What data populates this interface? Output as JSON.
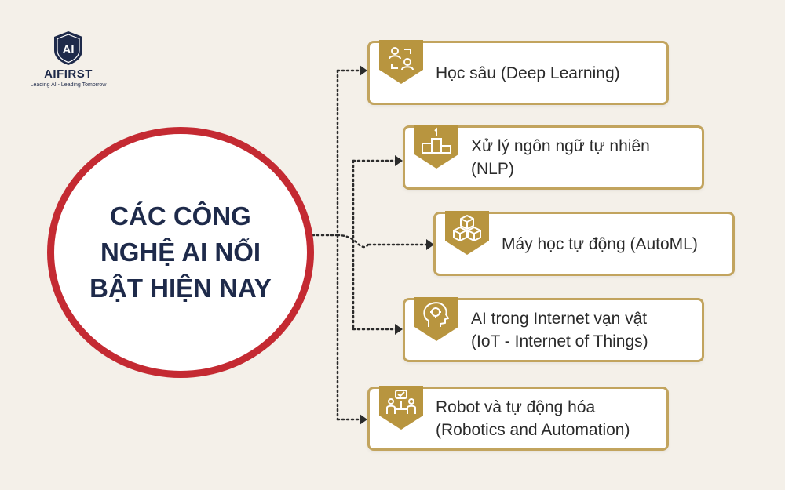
{
  "brand": {
    "logo_letters": "AI",
    "name": "AIFIRST",
    "tagline": "Leading AI - Leading Tomorrow"
  },
  "center": {
    "title_lines": [
      "CÁC CÔNG",
      "NGHỆ AI NỔI",
      "BẬT HIỆN NAY"
    ]
  },
  "items": [
    {
      "icon": "deep-learning-people-icon",
      "line1": "Học sâu (Deep Learning)",
      "line2": ""
    },
    {
      "icon": "podium-icon",
      "line1": "Xử lý ngôn ngữ tự nhiên",
      "line2": "(NLP)"
    },
    {
      "icon": "cubes-icon",
      "line1": "Máy học tự động (AutoML)",
      "line2": ""
    },
    {
      "icon": "head-brain-icon",
      "line1": "AI trong Internet vạn vật",
      "line2": "(IoT - Internet of Things)"
    },
    {
      "icon": "robot-team-icon",
      "line1": "Robot và tự động hóa",
      "line2": "(Robotics and Automation)"
    }
  ],
  "colors": {
    "background": "#f4f0e9",
    "accent_red": "#c42a32",
    "accent_gold": "#c2a45e",
    "icon_fill": "#b8953f",
    "navy": "#1e2a4a"
  }
}
